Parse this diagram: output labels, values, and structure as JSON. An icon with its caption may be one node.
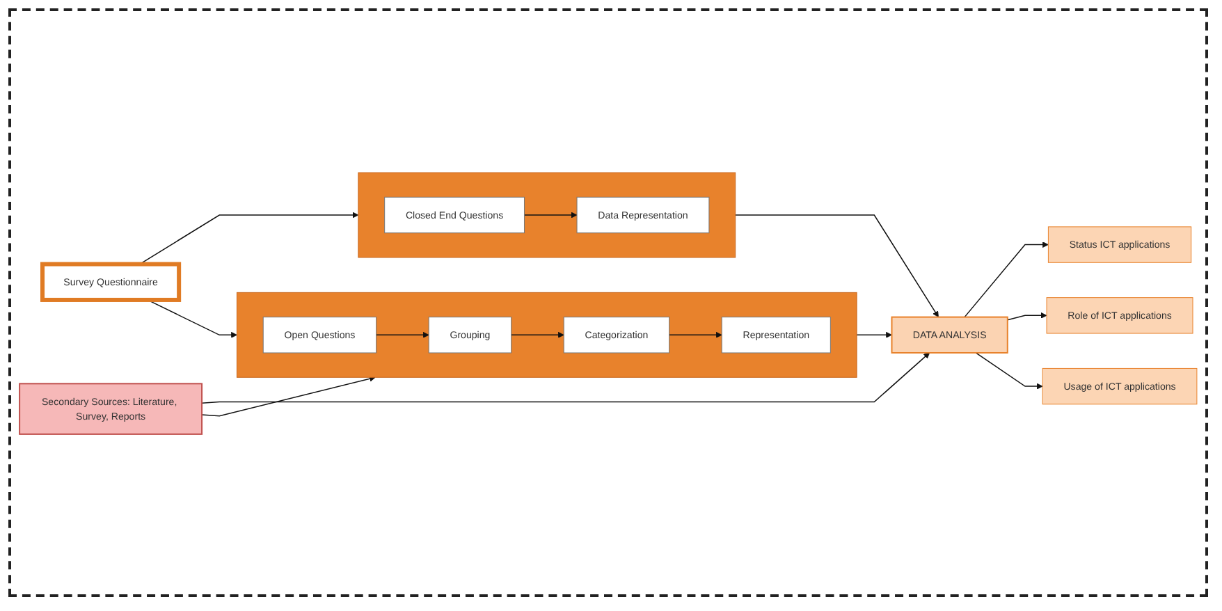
{
  "diagram": {
    "nodes": [
      {
        "text": [
          "Survey Questionnaire"
        ]
      },
      {
        "text": [],
        "shape": "box"
      },
      {
        "text": [
          "Closed End Questions"
        ],
        "in": 1
      },
      {
        "text": [
          "Data Representation"
        ],
        "in": 1
      },
      {
        "text": [],
        "shape": "box"
      },
      {
        "text": [
          "Open Questions"
        ],
        "in": 4
      },
      {
        "text": [
          "Grouping"
        ],
        "in": 4
      },
      {
        "text": [
          "Categorization"
        ],
        "in": 4
      },
      {
        "text": [
          "Representation"
        ],
        "in": 4
      },
      {
        "text": [
          "DATA ANALYSIS"
        ]
      },
      {
        "text": [
          "Status ICT applications"
        ]
      },
      {
        "text": [
          "Role of ICT applications"
        ]
      },
      {
        "text": [
          "Usage of ICT applications"
        ]
      },
      {
        "text": [
          "Secondary Sources: Literature, Survey, Reports"
        ]
      }
    ],
    "edges": [
      {
        "from": 0,
        "to": 1,
        "arrow": "to"
      },
      {
        "from": 0,
        "to": 4,
        "arrow": "to"
      },
      {
        "from": 2,
        "to": 3,
        "arrow": "to"
      },
      {
        "from": 5,
        "to": 6,
        "arrow": "to"
      },
      {
        "from": 6,
        "to": 7,
        "arrow": "to"
      },
      {
        "from": 7,
        "to": 8,
        "arrow": "to"
      },
      {
        "from": 1,
        "to": 9,
        "arrow": "to"
      },
      {
        "from": 4,
        "to": 9,
        "arrow": "to"
      },
      {
        "from": 9,
        "to": 10,
        "arrow": "to"
      },
      {
        "from": 9,
        "to": 11,
        "arrow": "to"
      },
      {
        "from": 9,
        "to": 12,
        "arrow": "to"
      },
      {
        "from": 13,
        "to": 4,
        "arrow": "to"
      },
      {
        "from": 13,
        "to": 9,
        "arrow": "to"
      }
    ]
  }
}
